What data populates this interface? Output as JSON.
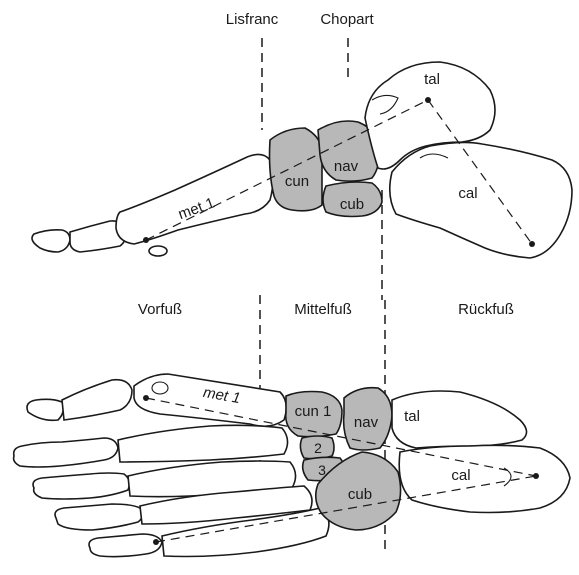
{
  "joint_lines": {
    "lisfranc": "Lisfranc",
    "chopart": "Chopart"
  },
  "regions": {
    "forefoot": "Vorfuß",
    "midfoot": "Mittelfuß",
    "hindfoot": "Rückfuß"
  },
  "lateral_view": {
    "tal": "tal",
    "cal": "cal",
    "nav": "nav",
    "cun": "cun",
    "cub": "cub",
    "met1": "met 1"
  },
  "dorsal_view": {
    "cun1": "cun 1",
    "cun2": "2",
    "cun3": "3",
    "nav": "nav",
    "tal": "tal",
    "cal": "cal",
    "cub": "cub",
    "met1": "met 1"
  },
  "colors": {
    "midfoot_fill": "#b8b8b8",
    "ink": "#1a1a1a"
  }
}
